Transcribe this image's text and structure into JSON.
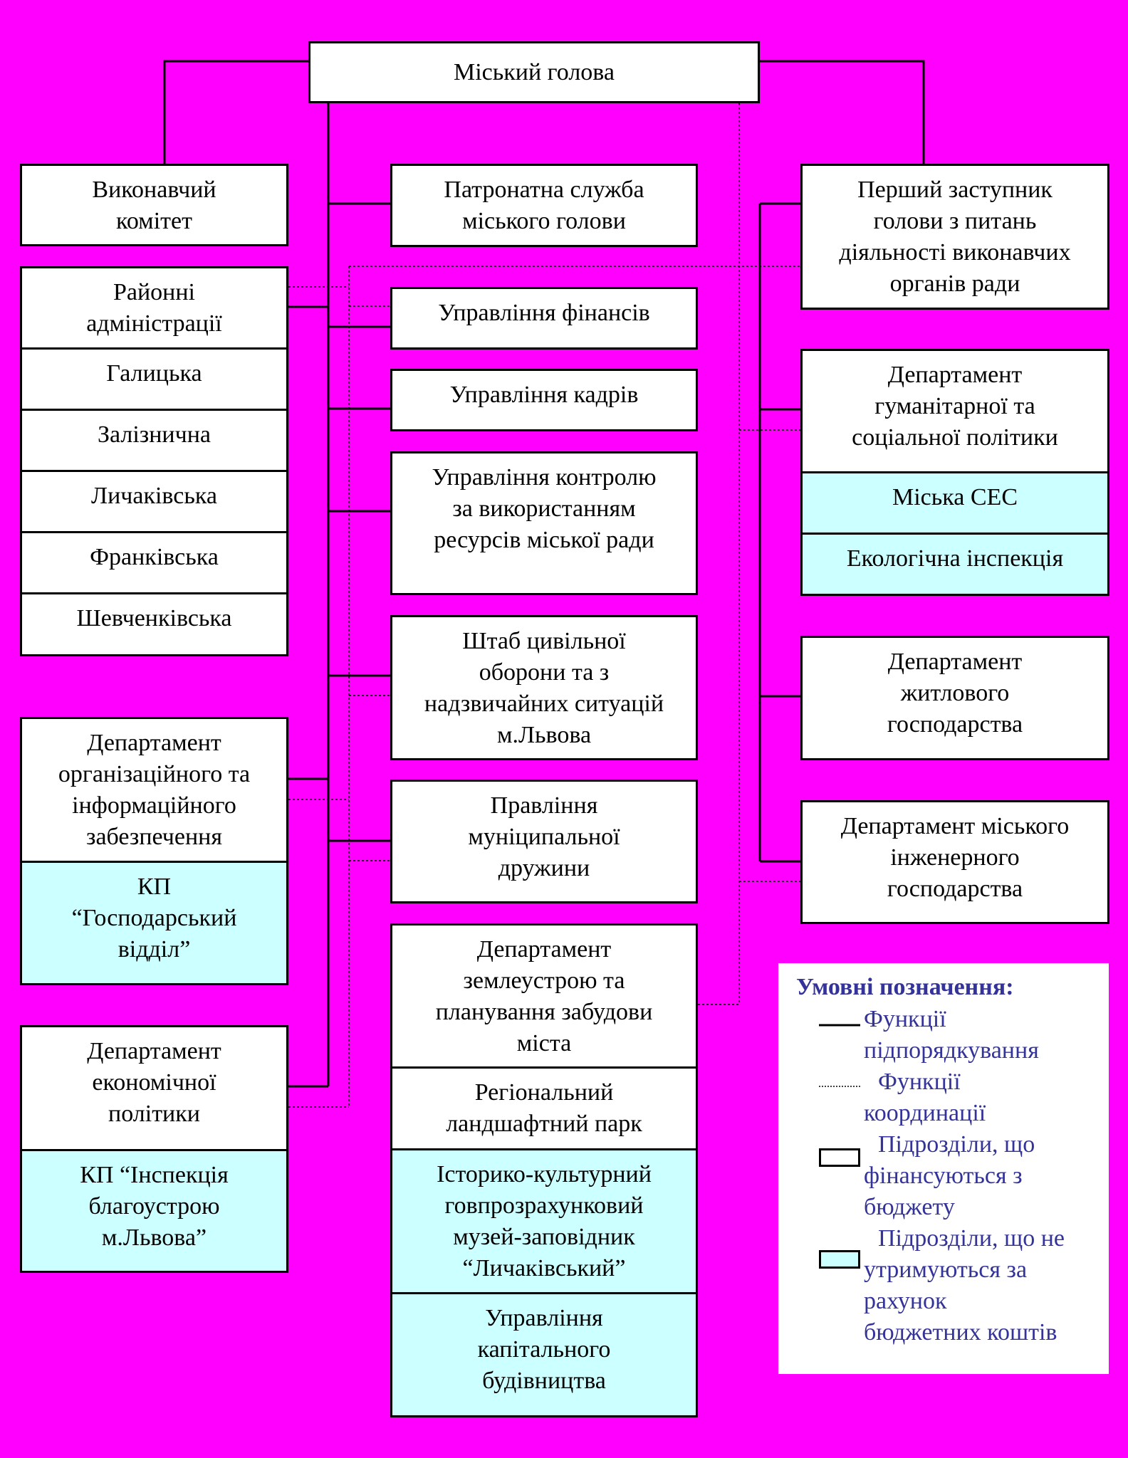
{
  "chart": {
    "mayor": "Міський голова",
    "executive_committee": "Виконавчий\nкомітет",
    "patronage_service": "Патронатна служба\nміського голови",
    "first_deputy": "Перший заступник\nголови з питань\nдіяльності виконавчих\nорганів ради",
    "district_admins": {
      "title": "Районні\nадміністрації",
      "items": [
        "Галицька",
        "Залізнична",
        "Личаківська",
        "Франківська",
        "Шевченківська"
      ]
    },
    "finance_dept": "Управління фінансів",
    "hr_dept": "Управління кадрів",
    "control_dept": "Управління контролю\nза використанням\nресурсів міської ради",
    "civil_defense": "Штаб цивільної\nоборони та з\nнадзвичайних ситуацій\nм.Львова",
    "municipal_guard": "Правління\nмуніципальної\nдружини",
    "land_dept": "Департамент\nземлеустрою та\nпланування забудови\nміста",
    "landscape_park": "Регіональний\nландшафтний парк",
    "museum": "Історико-культурний\nговпрозрахунковий\nмузей-заповідник\n“Личаківський”",
    "capital_construction": "Управління\nкапітального\nбудівництва",
    "humanitarian_dept": "Департамент\nгуманітарної та\nсоціальної політики",
    "city_ses": "Міська СЕС",
    "eco_inspection": "Екологічна інспекція",
    "housing_dept": "Департамент\nжитлового\nгосподарства",
    "engineering_dept": "Департамент міського\nінженерного\nгосподарства",
    "org_info_dept": "Департамент\nорганізаційного та\nінформаційного\nзабезпечення",
    "kp_household": "КП\n“Господарський\nвідділ”",
    "economic_dept": "Департамент\nекономічної\nполітики",
    "kp_inspection": "КП “Інспекція\nблагоустрою\nм.Львова”"
  },
  "legend": {
    "title": "Умовні позначення:",
    "subordination": "Функції\nпідпорядкування",
    "coordination": "Функції\nкоординації",
    "budget_funded": "Підрозділи, що\nфінансуються з\nбюджету",
    "non_budget": "Підрозділи, що не\nутримуються за\nрахунок\nбюджетних коштів"
  },
  "colors": {
    "background": "#ff00ff",
    "budget_box": "#ffffff",
    "non_budget_box": "#ccffff",
    "legend_text": "#333399"
  }
}
